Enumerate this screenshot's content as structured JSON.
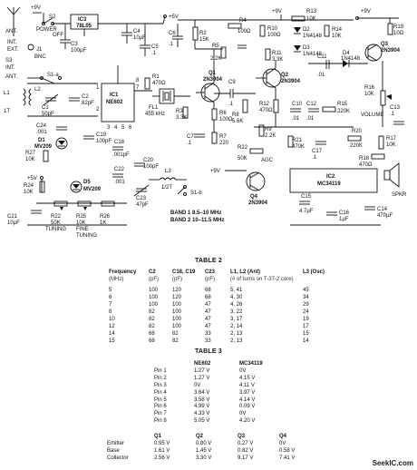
{
  "schematic": {
    "labels": {
      "ant": "ANT.",
      "s2": "S2",
      "power": "POWER",
      "off": "OFF",
      "ic3": "IC3",
      "ic3_part": "78L05",
      "plus9v_top": "+9V",
      "c3": "C3",
      "c3_val": "100µF",
      "c4": "C4",
      "c4_val": "10µF",
      "c5": "C5",
      "c5_val": ".1",
      "plus5v_top": "+5V",
      "c6": "C6",
      "c6_val": ".1",
      "r2": "R2",
      "r2_val": "15K",
      "r5": "R5",
      "r5_val": "2.2K",
      "r4": "R4",
      "r4_val": "100Ω",
      "r10": "R10",
      "r10_val": "100Ω",
      "r3": "R3",
      "r3_val": "3.3K",
      "r6": "R6",
      "r6_val": "100Ω",
      "c7": "C7",
      "c7_val": ".1",
      "r7": "R7",
      "r7_val": "220",
      "fl1": "FL1",
      "fl1_val": "455 kHz",
      "r1": "R1",
      "r1_val": "470Ω",
      "q1": "Q1",
      "q1_part": "2N3904",
      "c9": "C9",
      "c9_val": ".1",
      "r8": "R8",
      "r8_val": "5.6K",
      "r9": "R9",
      "r9_val": "2.2K",
      "r11": "R11",
      "r11_val": "3.3K",
      "plus9v_mid": "+9V",
      "r13": "R13",
      "r13_val": "10K",
      "d2": "D2",
      "d2_part": "1N4148",
      "r14": "R14",
      "r14_val": "10K",
      "d3": "D3",
      "d3_part": "1N4148",
      "q2": "Q2",
      "q2_part": "2N3904",
      "c11": "C11",
      "c11_val": ".01",
      "d4": "D4",
      "d4_part": "1N4148",
      "r12": "R12",
      "r12_val": "470Ω",
      "c10": "C10",
      "c10_val": ".01",
      "c12": "C12",
      "c12_val": ".01",
      "r15": "R15",
      "r15_val": "220K",
      "plus9v_right": "+9V",
      "r19": "R19",
      "r19_val": "10Ω",
      "q3": "Q3",
      "q3_part": "2N3904",
      "r16": "R16",
      "r16_val": "10K",
      "volume": "VOLUME",
      "c13": "C13",
      "c13_val": ".1",
      "r20": "R20",
      "r20_val": "220K",
      "r17": "R17",
      "r17_val": "10K",
      "r21": "R21",
      "r21_val": "470K",
      "c17": "C17",
      "c17_val": ".1",
      "r18": "R18",
      "r18_val": "470Ω",
      "agc": "AGC",
      "plus9v_agc": "+9V",
      "q4": "Q4",
      "q4_part": "2N3904",
      "ic2": "IC2",
      "ic2_part": "MC34119",
      "spkr": "SPKR",
      "c15": "C15",
      "c15_val": "4.7µF",
      "c16": "C16",
      "c16_val": "1µF",
      "c14": "C14",
      "c14_val": "470µF",
      "s1a": "S1-a",
      "int_top": "INT.",
      "ext": "EXT.",
      "j1": "J1",
      "bnc": "BNC",
      "s3": "S3",
      "int_mid": "INT.",
      "ant2": "ANT.",
      "l1": "L1",
      "l1_val": "1T",
      "l2": "L2",
      "c1": "C1",
      "c1_val": "50pF",
      "c2": "C2",
      "c2_val": "82pF",
      "ic1": "IC1",
      "ic1_part": "NE602",
      "c24": "C24",
      "c24_val": ".001",
      "d1": "D1",
      "d1_part": "MV209",
      "r27": "R27",
      "r27_val": "10K",
      "c19": "C19",
      "c19_val": "100pF",
      "c18": "C18",
      "c18_val": ".001pF",
      "c20": "C20",
      "c20_val": "100pF",
      "c22": "C22",
      "c22_val": ".001",
      "c23": "C23",
      "c23_val": "47pF",
      "l3": "L3",
      "l3_val": "1/2T",
      "s1b": "S1-b",
      "r24": "R24",
      "r24_val": "10K",
      "d5": "D5",
      "d5_part": "MV209",
      "plus5v_left": "+5V",
      "r22": "R22",
      "r22_val": "50K",
      "tuning": "TUNING",
      "r25": "R25",
      "r25_val": "10K",
      "fine": "FINE",
      "fine2": "TUNING",
      "r26": "R26",
      "r26_val": "1K",
      "c21": "C21",
      "c21_val": "10µF",
      "band1": "BAND 1 8.5–10 MHz",
      "band2": "BAND 2 10–11.5 MHz",
      "pin_ic1_1": "1",
      "pin_ic1_2": "2",
      "pin_ic1_3": "3",
      "pin_ic1_4": "4",
      "pin_ic1_5": "5",
      "pin_ic1_6": "6",
      "pin_ic1_7": "7",
      "pin_ic1_8": "8"
    }
  },
  "table2": {
    "title": "TABLE 2",
    "headers": [
      "Frequency",
      "C2",
      "C18, C19",
      "C23",
      "L1, L2 (Ant)",
      "L3 (Osc)"
    ],
    "subheaders": [
      "(MHz)",
      "(pF)",
      "(pF)",
      "(pF)",
      "(# of turns on T-37-2 core)",
      ""
    ],
    "rows": [
      [
        "5",
        "100",
        "120",
        "68",
        "5, 41",
        "45"
      ],
      [
        "6",
        "100",
        "120",
        "68",
        "4, 30",
        "34"
      ],
      [
        "7",
        "100",
        "100",
        "47",
        "4, 26",
        "29"
      ],
      [
        "8",
        "82",
        "100",
        "47",
        "3, 22",
        "24"
      ],
      [
        "10",
        "82",
        "100",
        "47",
        "3, 17",
        "19"
      ],
      [
        "12",
        "82",
        "100",
        "47",
        "2, 14",
        "17"
      ],
      [
        "14",
        "68",
        "82",
        "33",
        "2, 13",
        "15"
      ],
      [
        "15",
        "68",
        "82",
        "33",
        "2, 13",
        "14"
      ]
    ]
  },
  "table3": {
    "title": "TABLE 3",
    "ic_headers": [
      "",
      "NE602",
      "MC34119"
    ],
    "ic_rows": [
      [
        "Pin 1",
        "1.27  V",
        "0V"
      ],
      [
        "Pin 2",
        "1.27  V",
        "4.15  V"
      ],
      [
        "Pin 3",
        "0V",
        "4.11  V"
      ],
      [
        "Pin 4",
        "3.64  V",
        "3.97  V"
      ],
      [
        "Pin 5",
        "3.58  V",
        "4.14  V"
      ],
      [
        "Pin 6",
        "4.99  V",
        "0.09  V"
      ],
      [
        "Pin 7",
        "4.33  V",
        "0V"
      ],
      [
        "Pin 8",
        "5.05  V",
        "4.20  V"
      ]
    ],
    "q_headers": [
      "",
      "Q1",
      "Q2",
      "Q3",
      "Q4"
    ],
    "q_rows": [
      [
        "Emitter",
        "0.95  V",
        "0.80  V",
        "0.27  V",
        "0V"
      ],
      [
        "Base",
        "1.61  V",
        "1.45  V",
        "0.82  V",
        "0.58  V"
      ],
      [
        "Collector",
        "2.56  V",
        "3.30  V",
        "9.17  V",
        "7.41  V"
      ]
    ]
  },
  "watermark": "SeekIC.com"
}
